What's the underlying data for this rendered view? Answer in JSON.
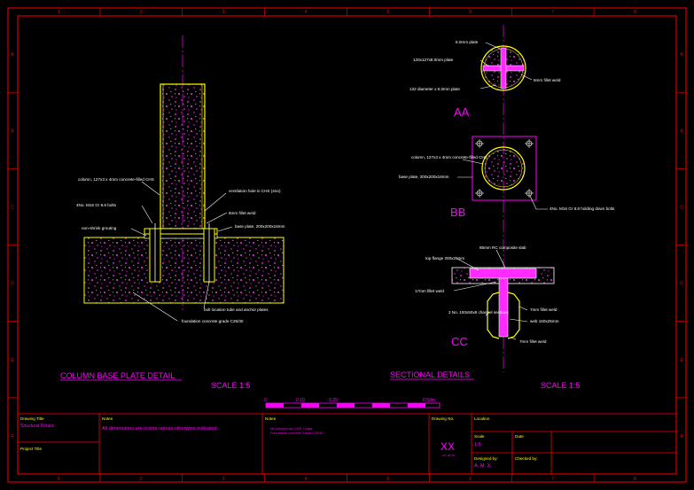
{
  "colors": {
    "border": "#ff0000",
    "drawing": "#ffffff",
    "concrete": "#ff2bff",
    "steel": "#ffff00",
    "title_text": "#ff00ff",
    "centerline": "#ff00ff",
    "scale_bar": "#ff00ff",
    "label_text": "#ffffff"
  },
  "grid": {
    "columns": [
      "1",
      "2",
      "3",
      "4",
      "5",
      "6",
      "7",
      "8"
    ],
    "rows": [
      "A",
      "B",
      "C",
      "D",
      "E",
      "F"
    ]
  },
  "detail_base": {
    "title": "COLUMN BASE PLATE DETAIL",
    "scale": "SCALE 1:5",
    "labels": {
      "column": "column, 127x3 x 4mm concrete-filled CHS",
      "ventilation": "ventilation hole in CHS (4no)",
      "bolts": "4No. M16 Gr 8.8 bolts",
      "weld": "6mm fillet weld",
      "grouting": "non-shrink grouting",
      "base_plate": "base plate, 200x200x16mm",
      "anchor": "bolt location tube and anchor plates",
      "foundation": "foundation concrete grade C25/30"
    }
  },
  "sectional": {
    "title": "SECTIONAL DETAILS",
    "scale": "SCALE 1:5",
    "aa": {
      "tag": "AA",
      "labels": {
        "plate_top": "8.0mm plate",
        "plate_chs": "120x127x8.0mm plate",
        "diameter": "132 diameter x 6.0mm plate",
        "weld": "5mm fillet weld"
      }
    },
    "bb": {
      "tag": "BB",
      "labels": {
        "column": "column, 127x3 x 4mm concrete-filled CHS",
        "base_plate": "base plate, 200x200x16mm",
        "bolts": "4No. M16 Gr 8.8 holding down bolts"
      }
    },
    "cc": {
      "tag": "CC",
      "labels": {
        "slab": "85mm RC composite slab",
        "top_flange": "top flange 200x25mm",
        "weld_17": "17mm fillet weld",
        "cleats": "2 No. 100x50x8 channel sections",
        "fillet_top": "7mm fillet weld",
        "web": "web 160x25mm",
        "fillet_bottom": "7mm fillet weld"
      }
    }
  },
  "scale_bar": {
    "ticks": [
      "0",
      "0.10",
      "0.20",
      "0.50m"
    ]
  },
  "title_block": {
    "drawing_title_label": "Drawing Title",
    "drawing_title": "Structural Details",
    "project_title_label": "Project Title",
    "notes_label": "Notes",
    "notes_text": "All dimensions are in mm unless otherwise indicated",
    "notes2_label": "Notes",
    "notes2_lines": [
      "All columns are CHS + base",
      "Foundation concrete Grade C25/30"
    ],
    "drawing_no_label": "Drawing No.",
    "drawing_no": "XX",
    "drawing_no_sub": "xX of xx",
    "location_label": "Location",
    "scale_label": "Scale",
    "scale_value": "1:5",
    "date_label": "Date",
    "designed_label": "Designed by:",
    "designed_value": "A. M. X.",
    "checked_label": "Checked by:"
  }
}
